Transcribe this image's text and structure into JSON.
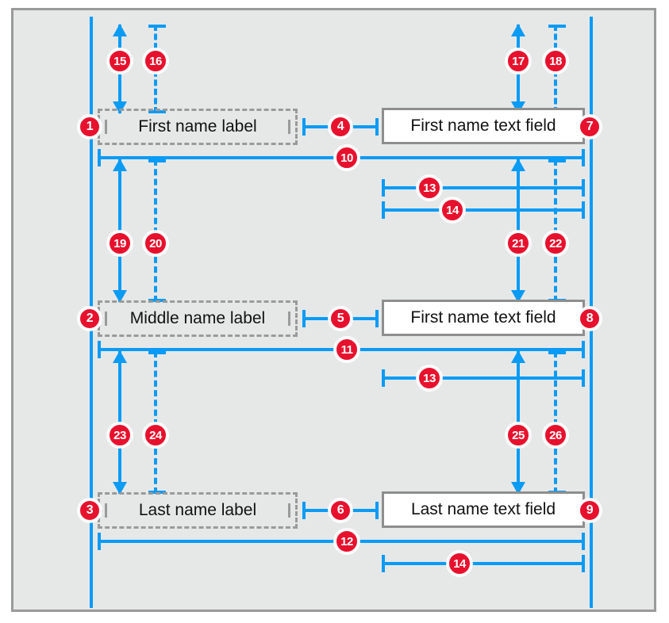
{
  "diagram": {
    "title": "Auto layout constraints annotation diagram",
    "colors": {
      "accent_blue": "#0a9bf5",
      "badge_red": "#e8112d",
      "panel_background": "#e6e8e8",
      "panel_border": "#9a9a9a",
      "label_border": "#9a9a9a",
      "field_border": "#8e8e8e",
      "field_background": "#ffffff",
      "text": "#111111"
    },
    "labels": [
      {
        "id": "first-name-label",
        "text": "First name label"
      },
      {
        "id": "middle-name-label",
        "text": "Middle name label"
      },
      {
        "id": "last-name-label",
        "text": "Last name label"
      }
    ],
    "fields": [
      {
        "id": "first-name-text-field",
        "text": "First name text field"
      },
      {
        "id": "middle-name-text-field",
        "text": "First name text field"
      },
      {
        "id": "last-name-text-field",
        "text": "Last name text field"
      }
    ],
    "badges": [
      {
        "n": "1",
        "name": "badge-1-first-name-label-leading"
      },
      {
        "n": "2",
        "name": "badge-2-middle-name-label-leading"
      },
      {
        "n": "3",
        "name": "badge-3-last-name-label-leading"
      },
      {
        "n": "4",
        "name": "badge-4-first-name-label-to-field"
      },
      {
        "n": "5",
        "name": "badge-5-middle-name-label-to-field"
      },
      {
        "n": "6",
        "name": "badge-6-last-name-label-to-field"
      },
      {
        "n": "7",
        "name": "badge-7-first-name-field-trailing"
      },
      {
        "n": "8",
        "name": "badge-8-middle-name-field-trailing"
      },
      {
        "n": "9",
        "name": "badge-9-last-name-field-trailing"
      },
      {
        "n": "10",
        "name": "badge-10-first-row-width"
      },
      {
        "n": "11",
        "name": "badge-11-middle-row-width"
      },
      {
        "n": "12",
        "name": "badge-12-last-row-width"
      },
      {
        "n": "13",
        "name": "badge-13-field-width-upper"
      },
      {
        "n": "14",
        "name": "badge-14-field-width-lower"
      },
      {
        "n": "13b",
        "label": "13",
        "name": "badge-13-field-width-middle"
      },
      {
        "n": "14b",
        "label": "14",
        "name": "badge-14-field-width-bottom"
      },
      {
        "n": "15",
        "name": "badge-15-first-label-top-spacing"
      },
      {
        "n": "16",
        "name": "badge-16-first-label-top-dashed"
      },
      {
        "n": "17",
        "name": "badge-17-first-field-top-spacing"
      },
      {
        "n": "18",
        "name": "badge-18-first-field-top-dashed"
      },
      {
        "n": "19",
        "name": "badge-19-first-to-middle-label-spacing"
      },
      {
        "n": "20",
        "name": "badge-20-first-to-middle-label-dashed"
      },
      {
        "n": "21",
        "name": "badge-21-first-to-middle-field-spacing"
      },
      {
        "n": "22",
        "name": "badge-22-first-to-middle-field-dashed"
      },
      {
        "n": "23",
        "name": "badge-23-middle-to-last-label-spacing"
      },
      {
        "n": "24",
        "name": "badge-24-middle-to-last-label-dashed"
      },
      {
        "n": "25",
        "name": "badge-25-middle-to-last-field-spacing"
      },
      {
        "n": "26",
        "name": "badge-26-middle-to-last-field-dashed"
      }
    ]
  }
}
